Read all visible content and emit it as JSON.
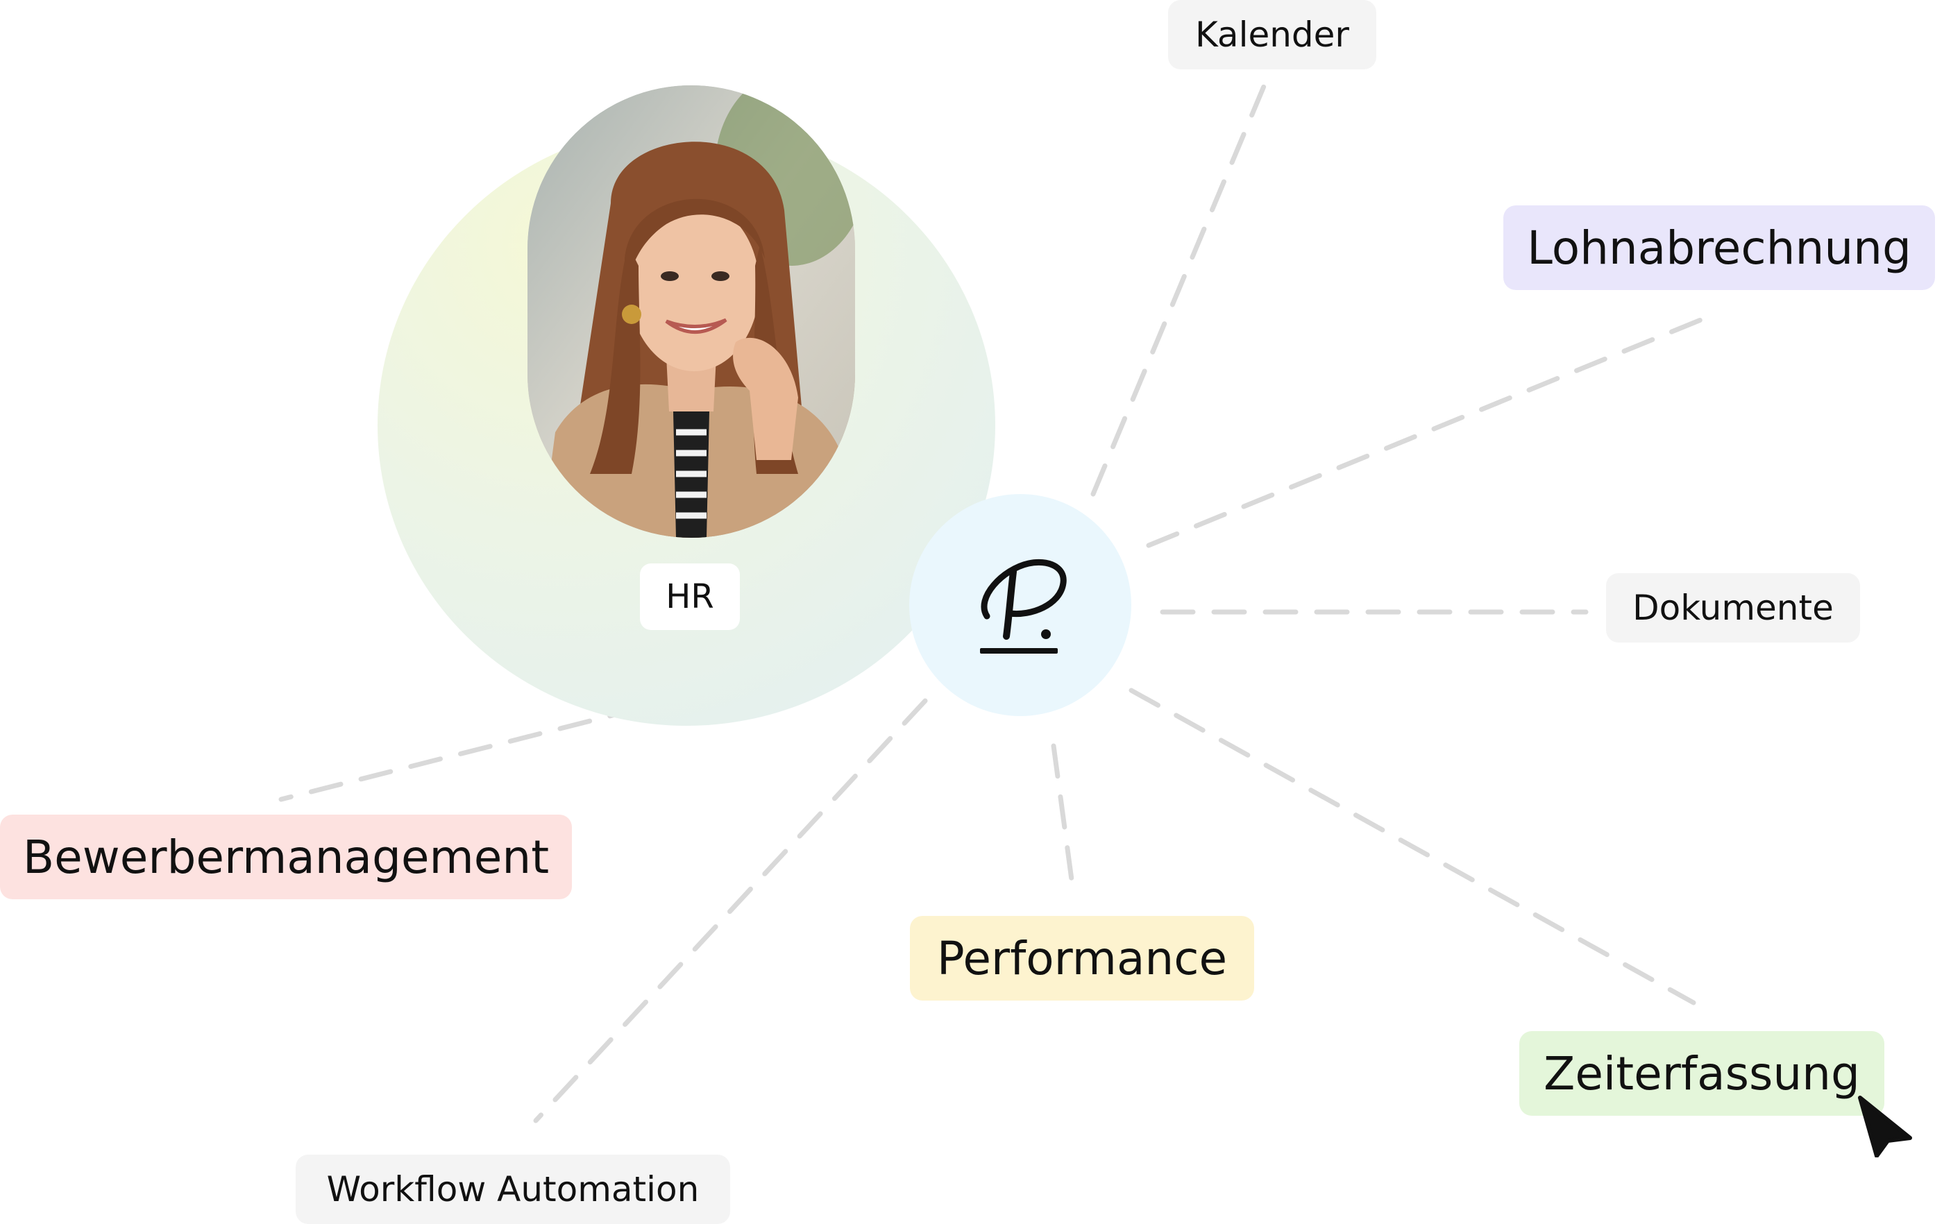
{
  "center": {
    "label": "HR",
    "logo_icon": "signature-p-logo-icon"
  },
  "nodes": [
    {
      "id": "kalender",
      "label": "Kalender",
      "style": "small",
      "color": "#f4f4f4"
    },
    {
      "id": "lohnabrechnung",
      "label": "Lohnabrechnung",
      "style": "large",
      "color": "#e9e6fb"
    },
    {
      "id": "dokumente",
      "label": "Dokumente",
      "style": "small",
      "color": "#f4f4f4"
    },
    {
      "id": "bewerbermanagement",
      "label": "Bewerbermanagement",
      "style": "large",
      "color": "#fde2e0"
    },
    {
      "id": "performance",
      "label": "Performance",
      "style": "large",
      "color": "#fdf3cf"
    },
    {
      "id": "zeiterfassung",
      "label": "Zeiterfassung",
      "style": "large",
      "color": "#e4f6da"
    },
    {
      "id": "workflow",
      "label": "Workflow Automation",
      "style": "small",
      "color": "#f4f4f4"
    }
  ],
  "colors": {
    "hub": "#eaf7fd",
    "connector": "#d9d9d9"
  }
}
